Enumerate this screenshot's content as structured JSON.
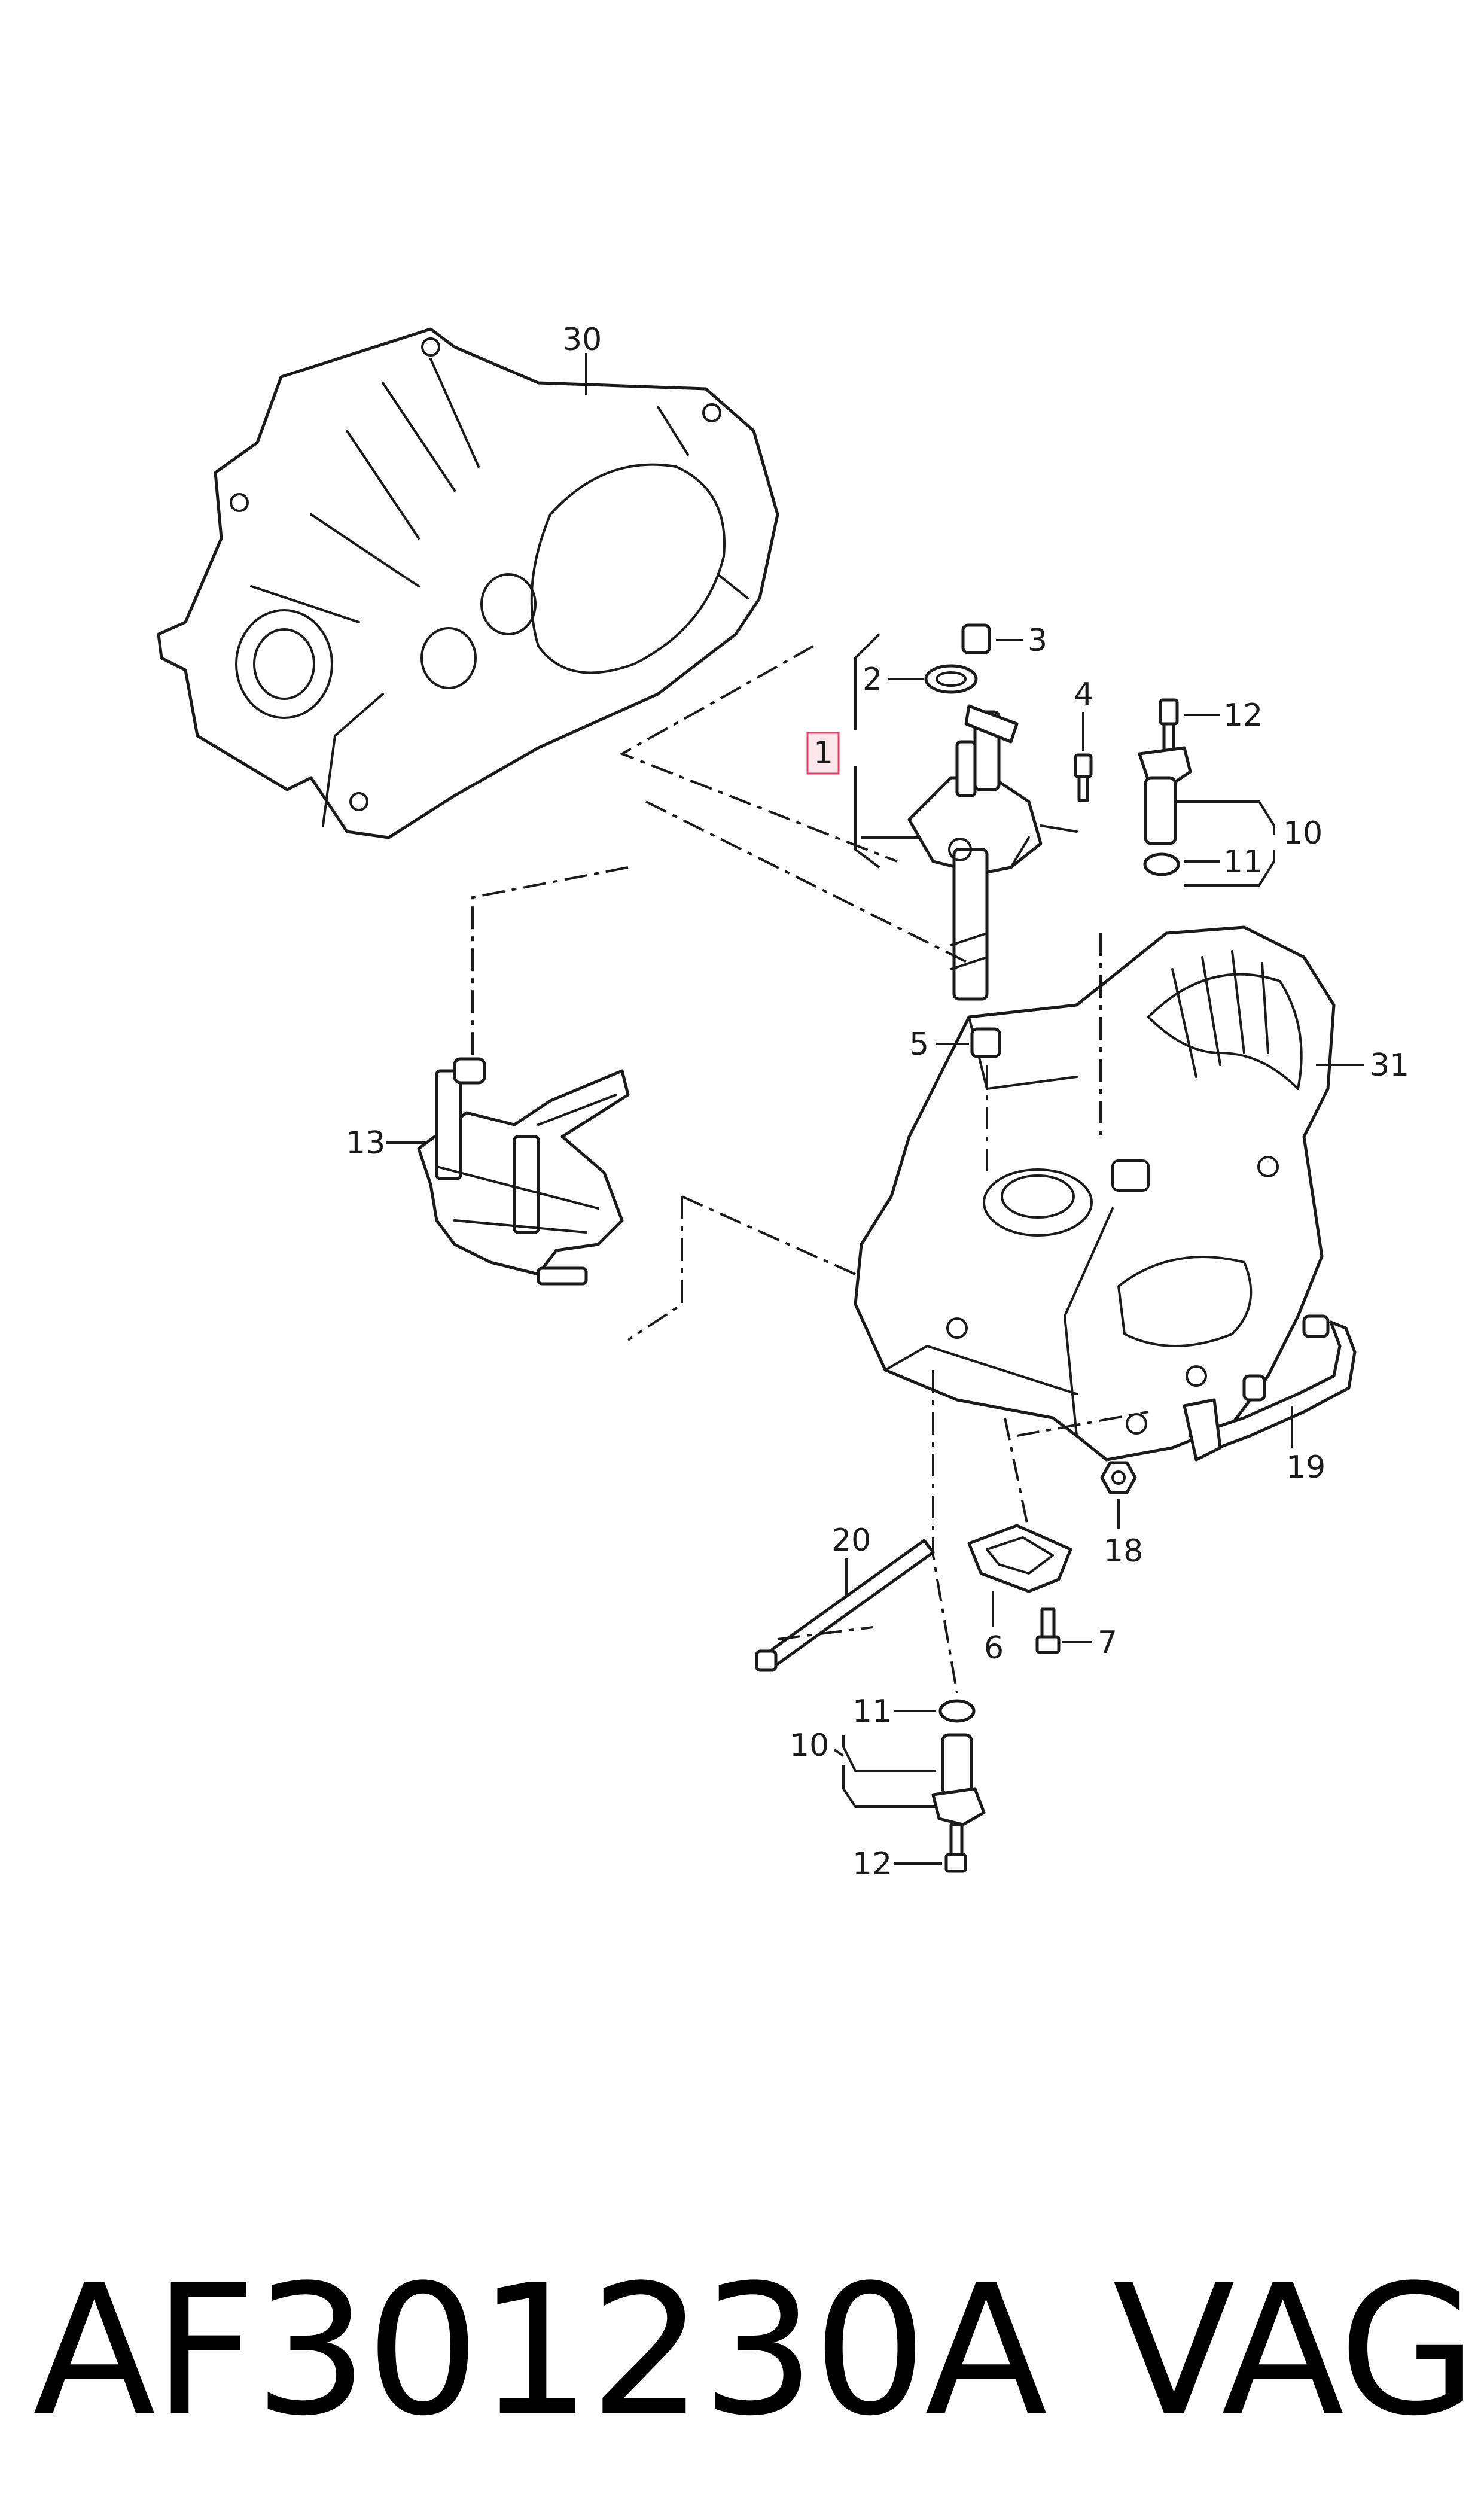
{
  "callouts": [
    {
      "id": "30",
      "label": "30"
    },
    {
      "id": "3",
      "label": "3"
    },
    {
      "id": "2",
      "label": "2"
    },
    {
      "id": "1",
      "label": "1",
      "highlighted": true
    },
    {
      "id": "4",
      "label": "4"
    },
    {
      "id": "12a",
      "label": "12"
    },
    {
      "id": "10a",
      "label": "10"
    },
    {
      "id": "11a",
      "label": "11"
    },
    {
      "id": "5",
      "label": "5"
    },
    {
      "id": "31",
      "label": "31"
    },
    {
      "id": "13",
      "label": "13"
    },
    {
      "id": "19",
      "label": "19"
    },
    {
      "id": "18",
      "label": "18"
    },
    {
      "id": "20",
      "label": "20"
    },
    {
      "id": "6",
      "label": "6"
    },
    {
      "id": "7",
      "label": "7"
    },
    {
      "id": "11b",
      "label": "11"
    },
    {
      "id": "10b",
      "label": "10"
    },
    {
      "id": "12b",
      "label": "12"
    }
  ],
  "footer": {
    "part_number": "AF301230A",
    "brand": "VAG"
  },
  "colors": {
    "line": "#1a1a1a",
    "highlight_fill": "#fde7ec",
    "highlight_stroke": "#e0436a"
  }
}
